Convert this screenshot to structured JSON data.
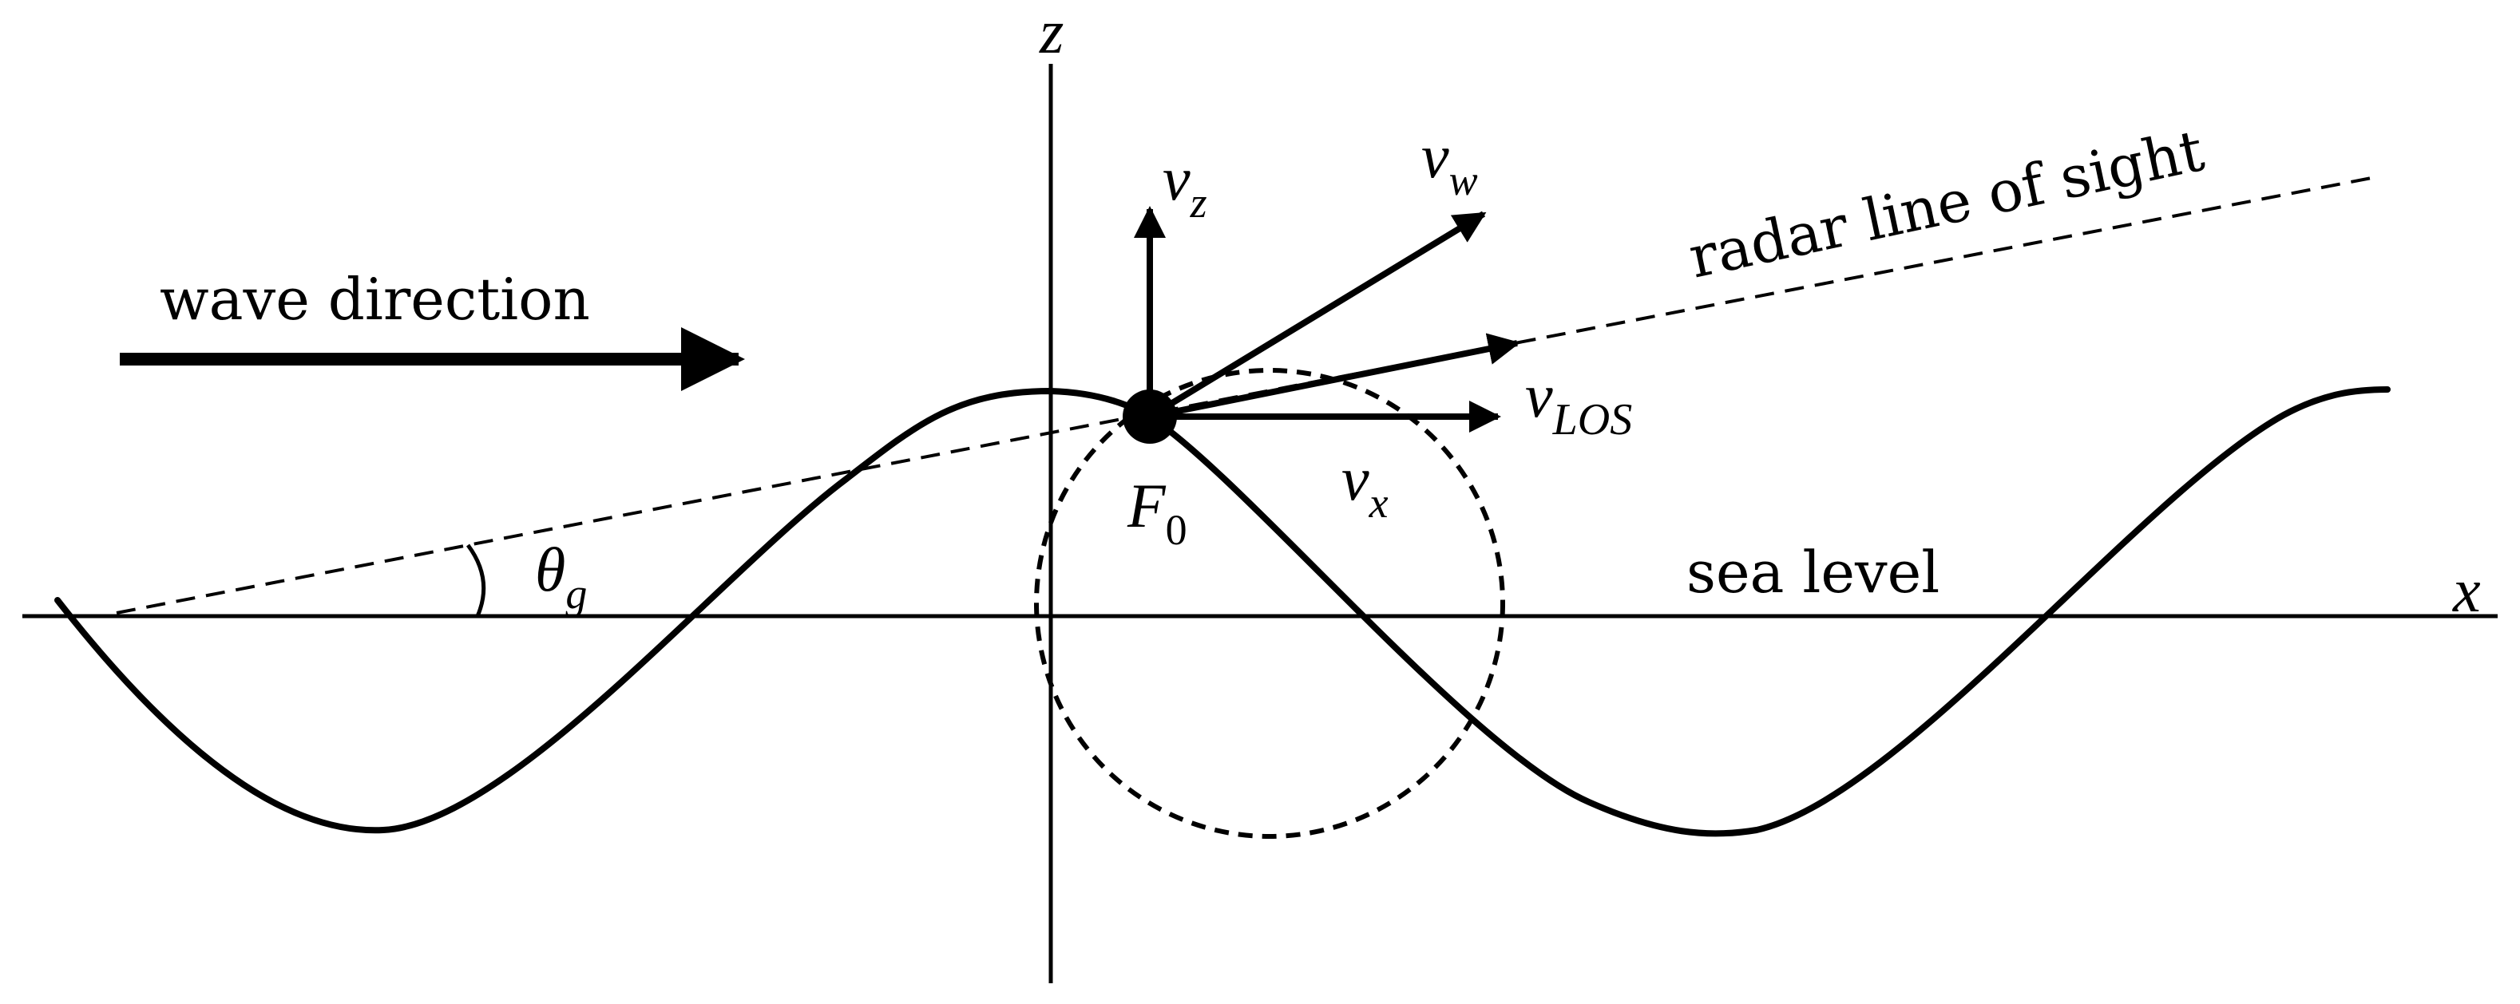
{
  "labels": {
    "z_axis": "z",
    "x_axis": "x",
    "wave_direction": "wave direction",
    "radar_line_of_sight": "radar line of sight",
    "sea_level": "sea level",
    "theta_symbol": "θ",
    "theta_sub": "g",
    "point_symbol": "F",
    "point_sub": "0",
    "vz_symbol": "v",
    "vz_sub": "z",
    "vw_symbol": "v",
    "vw_sub": "w",
    "vlos_symbol": "v",
    "vlos_sub": "LOS",
    "vx_symbol": "v",
    "vx_sub": "x"
  },
  "colors": {
    "stroke": "#000000",
    "background": "#ffffff"
  }
}
